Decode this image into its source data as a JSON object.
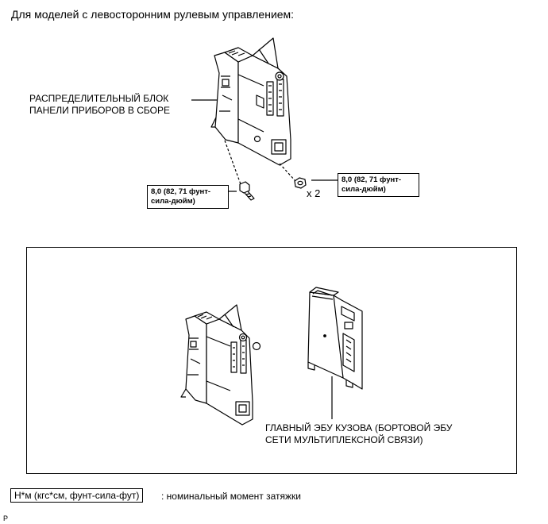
{
  "title": "Для моделей с левосторонним рулевым управлением:",
  "labels": {
    "junction_block_line1": "РАСПРЕДЕЛИТЕЛЬНЫЙ БЛОК",
    "junction_block_line2": "ПАНЕЛИ ПРИБОРОВ В СБОРЕ",
    "main_ecu_line1": "ГЛАВНЫЙ ЭБУ КУЗОВА (БОРТОВОЙ ЭБУ",
    "main_ecu_line2": "СЕТИ МУЛЬТИПЛЕКСНОЙ СВЯЗИ)"
  },
  "torque_bolt": {
    "line1": "8,0 (82, 71 фунт-",
    "line2": "сила-дюйм)"
  },
  "torque_nut": {
    "line1": "8,0 (82, 71 фунт-",
    "line2": "сила-дюйм)"
  },
  "nut_quantity": "x 2",
  "legend": {
    "unit_box": "Н*м (кгс*см, фунт-сила-фут)",
    "description": ": номинальный момент затяжки"
  },
  "corner_mark": "P"
}
